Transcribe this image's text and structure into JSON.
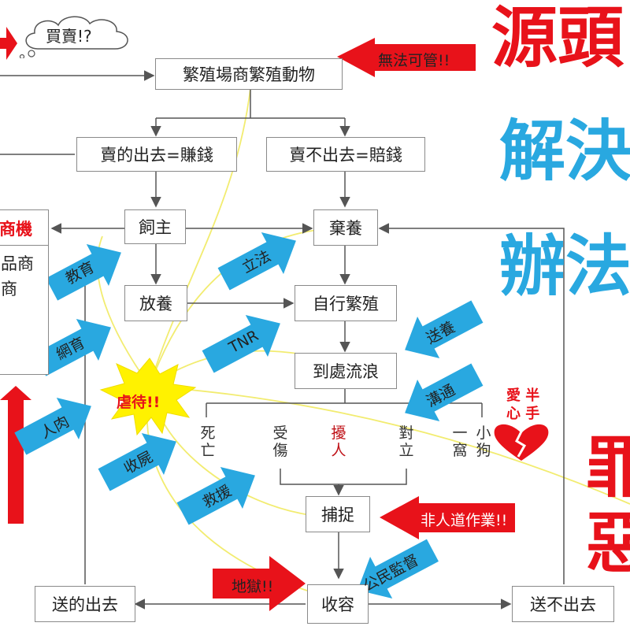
{
  "nodes": {
    "breeder": "繁殖場商繁殖動物",
    "sold": "賣的出去=賺錢",
    "unsold": "賣不出去=賠錢",
    "owner": "飼主",
    "abandon": "棄養",
    "free_roam": "放養",
    "self_breed": "自行繁殖",
    "stray": "到處流浪",
    "catch": "捕捉",
    "shelter": "收容",
    "adopted_out": "送的出去",
    "not_adopted": "送不出去",
    "left_box_title": "商機",
    "left_box_line1": "品商",
    "left_box_line2": "商"
  },
  "outcomes": {
    "death": [
      "死",
      "亡"
    ],
    "injured": [
      "受",
      "傷"
    ],
    "disturb": [
      "擾",
      "人"
    ],
    "conflict": [
      "對",
      "立"
    ],
    "litter_a": [
      "一",
      "窩"
    ],
    "litter_b": [
      "小",
      "狗"
    ]
  },
  "cloud_text": "買賣!?",
  "abuse_label": "虐待!!",
  "broken_heart": {
    "line1": "愛 半",
    "line2": "心 手"
  },
  "red_arrows": {
    "uncontrollable": "無法可管!!",
    "inhumane": "非人道作業!!",
    "hell": "地獄!!"
  },
  "blue_arrows": {
    "education": "教育",
    "legislation": "立法",
    "online": "網育",
    "tnr": "TNR",
    "send_adopt": "送養",
    "communicate": "溝通",
    "meat": "人肉",
    "collect_body": "收屍",
    "rescue": "救援",
    "supervision": "公民監督"
  },
  "big_text": {
    "source": "源頭",
    "solve": "解決",
    "method": "辦法",
    "crime": "罪",
    "evil": "惡"
  },
  "colors": {
    "red": "#e8121a",
    "blue": "#29a8e0",
    "yellow": "#fff200",
    "line": "#555555",
    "yellow_line": "#f2ec70"
  }
}
